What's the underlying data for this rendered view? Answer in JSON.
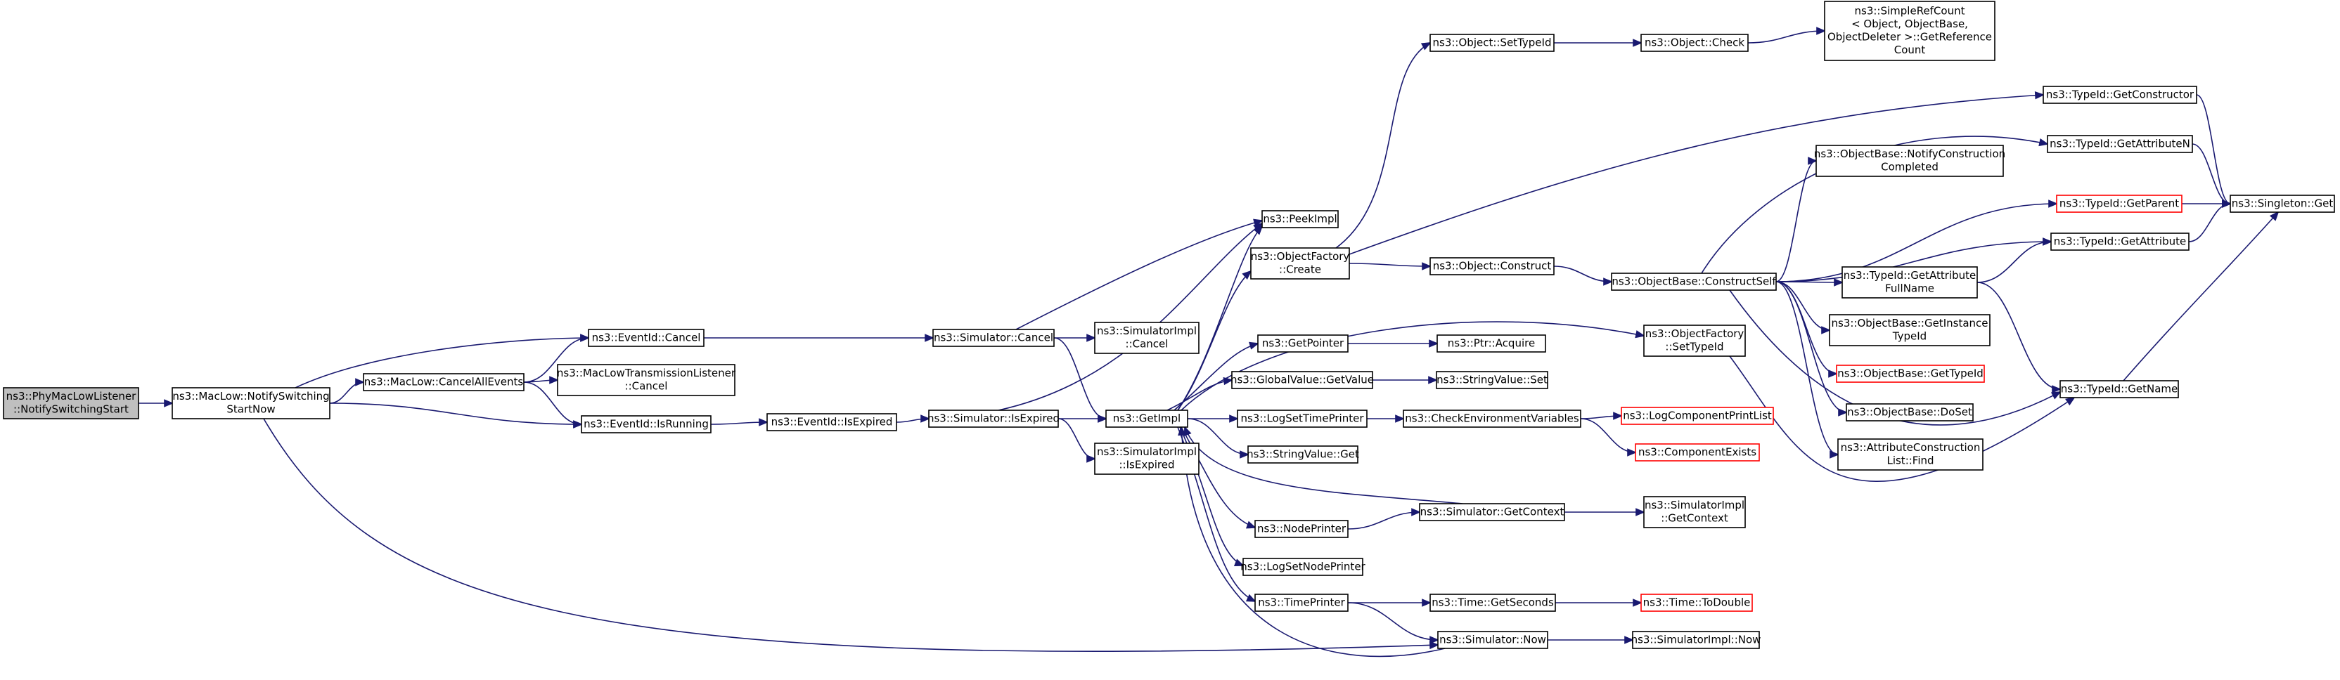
{
  "diagram": {
    "kind": "call graph",
    "edge_color": "#191970",
    "root_fill": "#bfbfbf",
    "nodes": [
      {
        "id": "root",
        "lines": [
          "ns3::PhyMacLowListener",
          "::NotifySwitchingStart"
        ],
        "style": "root"
      },
      {
        "id": "notify",
        "lines": [
          "ns3::MacLow::NotifySwitching",
          "StartNow"
        ]
      },
      {
        "id": "cancelall",
        "lines": [
          "ns3::MacLow::CancelAllEvents"
        ]
      },
      {
        "id": "evcancel",
        "lines": [
          "ns3::EventId::Cancel"
        ]
      },
      {
        "id": "mltlcancel",
        "lines": [
          "ns3::MacLowTransmissionListener",
          "::Cancel"
        ]
      },
      {
        "id": "isrunning",
        "lines": [
          "ns3::EventId::IsRunning"
        ]
      },
      {
        "id": "simcancel",
        "lines": [
          "ns3::Simulator::Cancel"
        ]
      },
      {
        "id": "evisexpired",
        "lines": [
          "ns3::EventId::IsExpired"
        ]
      },
      {
        "id": "simisexpired",
        "lines": [
          "ns3::Simulator::IsExpired"
        ]
      },
      {
        "id": "simimplcancel",
        "lines": [
          "ns3::SimulatorImpl",
          "::Cancel"
        ]
      },
      {
        "id": "getimpl",
        "lines": [
          "ns3::GetImpl"
        ]
      },
      {
        "id": "simimplisexpired",
        "lines": [
          "ns3::SimulatorImpl",
          "::IsExpired"
        ]
      },
      {
        "id": "peekimpl",
        "lines": [
          "ns3::PeekImpl"
        ]
      },
      {
        "id": "ofcreate",
        "lines": [
          "ns3::ObjectFactory",
          "::Create"
        ]
      },
      {
        "id": "getpointer",
        "lines": [
          "ns3::GetPointer"
        ]
      },
      {
        "id": "gvgetvalue",
        "lines": [
          "ns3::GlobalValue::GetValue"
        ]
      },
      {
        "id": "logsettime",
        "lines": [
          "ns3::LogSetTimePrinter"
        ]
      },
      {
        "id": "svget",
        "lines": [
          "ns3::StringValue::Get"
        ]
      },
      {
        "id": "nodeprinter",
        "lines": [
          "ns3::NodePrinter"
        ]
      },
      {
        "id": "logsetnode",
        "lines": [
          "ns3::LogSetNodePrinter"
        ]
      },
      {
        "id": "timeprinter",
        "lines": [
          "ns3::TimePrinter"
        ]
      },
      {
        "id": "objsettypeid",
        "lines": [
          "ns3::Object::SetTypeId"
        ]
      },
      {
        "id": "objconstruct",
        "lines": [
          "ns3::Object::Construct"
        ]
      },
      {
        "id": "ptracquire",
        "lines": [
          "ns3::Ptr::Acquire"
        ]
      },
      {
        "id": "svset",
        "lines": [
          "ns3::StringValue::Set"
        ]
      },
      {
        "id": "checkenv",
        "lines": [
          "ns3::CheckEnvironmentVariables"
        ]
      },
      {
        "id": "simgetcontext",
        "lines": [
          "ns3::Simulator::GetContext"
        ]
      },
      {
        "id": "timegetseconds",
        "lines": [
          "ns3::Time::GetSeconds"
        ]
      },
      {
        "id": "simnow",
        "lines": [
          "ns3::Simulator::Now"
        ]
      },
      {
        "id": "objcheck",
        "lines": [
          "ns3::Object::Check"
        ]
      },
      {
        "id": "obconstructself",
        "lines": [
          "ns3::ObjectBase::ConstructSelf"
        ]
      },
      {
        "id": "ofsettypeid",
        "lines": [
          "ns3::ObjectFactory",
          "::SetTypeId"
        ]
      },
      {
        "id": "logcomplist",
        "lines": [
          "ns3::LogComponentPrintList"
        ],
        "style": "red"
      },
      {
        "id": "compexists",
        "lines": [
          "ns3::ComponentExists"
        ],
        "style": "red"
      },
      {
        "id": "simimplgetcontext",
        "lines": [
          "ns3::SimulatorImpl",
          "::GetContext"
        ]
      },
      {
        "id": "timetodouble",
        "lines": [
          "ns3::Time::ToDouble"
        ],
        "style": "red"
      },
      {
        "id": "simimplnow",
        "lines": [
          "ns3::SimulatorImpl::Now"
        ]
      },
      {
        "id": "simplerefcount",
        "lines": [
          "ns3::SimpleRefCount",
          "< Object, ObjectBase,",
          " ObjectDeleter >::GetReference",
          "Count"
        ]
      },
      {
        "id": "obnotifyconstr",
        "lines": [
          "ns3::ObjectBase::NotifyConstruction",
          "Completed"
        ]
      },
      {
        "id": "tidgetattrfull",
        "lines": [
          "ns3::TypeId::GetAttribute",
          "FullName"
        ]
      },
      {
        "id": "obgetinstance",
        "lines": [
          "ns3::ObjectBase::GetInstance",
          "TypeId"
        ]
      },
      {
        "id": "obgettypeid",
        "lines": [
          "ns3::ObjectBase::GetTypeId"
        ],
        "style": "red"
      },
      {
        "id": "obdoset",
        "lines": [
          "ns3::ObjectBase::DoSet"
        ]
      },
      {
        "id": "acfind",
        "lines": [
          "ns3::AttributeConstruction",
          "List::Find"
        ]
      },
      {
        "id": "tidgetconstructor",
        "lines": [
          "ns3::TypeId::GetConstructor"
        ]
      },
      {
        "id": "tidgetattrn",
        "lines": [
          "ns3::TypeId::GetAttributeN"
        ]
      },
      {
        "id": "tidgetparent",
        "lines": [
          "ns3::TypeId::GetParent"
        ],
        "style": "red"
      },
      {
        "id": "tidgetattr",
        "lines": [
          "ns3::TypeId::GetAttribute"
        ]
      },
      {
        "id": "tidgetname",
        "lines": [
          "ns3::TypeId::GetName"
        ]
      },
      {
        "id": "singletonget",
        "lines": [
          "ns3::Singleton::Get"
        ]
      }
    ],
    "edges": [
      [
        "root",
        "notify"
      ],
      [
        "notify",
        "cancelall"
      ],
      [
        "notify",
        "evcancel"
      ],
      [
        "notify",
        "isrunning"
      ],
      [
        "notify",
        "simnow"
      ],
      [
        "cancelall",
        "evcancel"
      ],
      [
        "cancelall",
        "mltlcancel"
      ],
      [
        "cancelall",
        "isrunning"
      ],
      [
        "evcancel",
        "simcancel"
      ],
      [
        "isrunning",
        "evisexpired"
      ],
      [
        "evisexpired",
        "simisexpired"
      ],
      [
        "simcancel",
        "simimplcancel"
      ],
      [
        "simcancel",
        "getimpl"
      ],
      [
        "simcancel",
        "peekimpl"
      ],
      [
        "simisexpired",
        "getimpl"
      ],
      [
        "simisexpired",
        "simimplisexpired"
      ],
      [
        "simisexpired",
        "peekimpl"
      ],
      [
        "getimpl",
        "peekimpl"
      ],
      [
        "getimpl",
        "ofcreate"
      ],
      [
        "getimpl",
        "getpointer"
      ],
      [
        "getimpl",
        "gvgetvalue"
      ],
      [
        "getimpl",
        "logsettime"
      ],
      [
        "getimpl",
        "svget"
      ],
      [
        "getimpl",
        "nodeprinter"
      ],
      [
        "getimpl",
        "logsetnode"
      ],
      [
        "getimpl",
        "timeprinter"
      ],
      [
        "getimpl",
        "ofsettypeid"
      ],
      [
        "ofcreate",
        "objsettypeid"
      ],
      [
        "ofcreate",
        "objconstruct"
      ],
      [
        "ofcreate",
        "tidgetconstructor"
      ],
      [
        "getpointer",
        "ptracquire"
      ],
      [
        "gvgetvalue",
        "svset"
      ],
      [
        "logsettime",
        "checkenv"
      ],
      [
        "checkenv",
        "logcomplist"
      ],
      [
        "checkenv",
        "compexists"
      ],
      [
        "nodeprinter",
        "simgetcontext"
      ],
      [
        "simgetcontext",
        "getimpl"
      ],
      [
        "simgetcontext",
        "simimplgetcontext"
      ],
      [
        "timeprinter",
        "timegetseconds"
      ],
      [
        "timeprinter",
        "simnow"
      ],
      [
        "timegetseconds",
        "timetodouble"
      ],
      [
        "simnow",
        "getimpl"
      ],
      [
        "simnow",
        "simimplnow"
      ],
      [
        "objsettypeid",
        "objcheck"
      ],
      [
        "objcheck",
        "simplerefcount"
      ],
      [
        "objconstruct",
        "obconstructself"
      ],
      [
        "obconstructself",
        "tidgetattrn"
      ],
      [
        "obconstructself",
        "obnotifyconstr"
      ],
      [
        "obconstructself",
        "tidgetparent"
      ],
      [
        "obconstructself",
        "tidgetattr"
      ],
      [
        "obconstructself",
        "tidgetattrfull"
      ],
      [
        "obconstructself",
        "obgetinstance"
      ],
      [
        "obconstructself",
        "obgettypeid"
      ],
      [
        "obconstructself",
        "obdoset"
      ],
      [
        "obconstructself",
        "acfind"
      ],
      [
        "obconstructself",
        "tidgetname"
      ],
      [
        "ofsettypeid",
        "tidgetname"
      ],
      [
        "tidgetattrfull",
        "tidgetattr"
      ],
      [
        "tidgetattrfull",
        "tidgetname"
      ],
      [
        "tidgetconstructor",
        "singletonget"
      ],
      [
        "tidgetattrn",
        "singletonget"
      ],
      [
        "tidgetparent",
        "singletonget"
      ],
      [
        "tidgetattr",
        "singletonget"
      ],
      [
        "tidgetname",
        "singletonget"
      ]
    ]
  }
}
